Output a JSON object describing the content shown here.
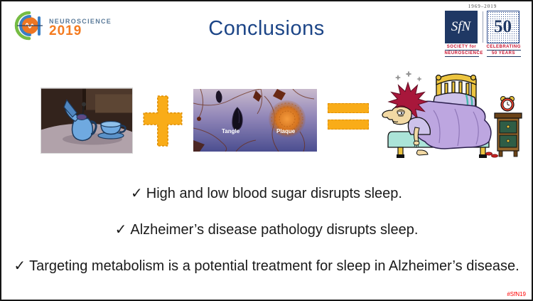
{
  "slide": {
    "title": "Conclusions",
    "hashtag": "#SfN19"
  },
  "branding": {
    "neuroscience_logo": {
      "brand": "NEUROSCIENCE",
      "year": "2019"
    },
    "anniversary": {
      "years_range": "1969–2019",
      "sfn_acronym": "SfN",
      "sfn_caption_line1": "SOCIETY for",
      "sfn_caption_line2": "NEUROSCIENCE",
      "fifty_number": "50",
      "fifty_caption_line1": "CELEBRATING",
      "fifty_caption_line2": "50 YEARS"
    }
  },
  "equation": {
    "image1": "teapot-and-teacup-cartoon",
    "plus_icon": "plus-sign",
    "image2": "alzheimers-pathology-micrograph",
    "tangle_label": "Tangle",
    "plaque_label": "Plaque",
    "equals_icon": "equals-sign",
    "image3": "tired-person-on-bed-cartoon"
  },
  "bullets": [
    {
      "mark": "✓",
      "text": "High and low blood sugar disrupts sleep."
    },
    {
      "mark": "✓",
      "text": "Alzheimer’s disease pathology disrupts sleep."
    },
    {
      "mark": "✓",
      "text": "Targeting metabolism is a potential treatment for sleep in Alzheimer’s disease."
    }
  ],
  "colors": {
    "title_blue": "#1C4587",
    "accent_orange": "#F9AC18",
    "accent_orange_border": "#DE8F07",
    "hashtag_red": "#FF0000",
    "sfn_navy": "#1F3864",
    "logo_green": "#76BC43",
    "logo_blue": "#3B7FC4",
    "logo_orange": "#EE7623",
    "neuroscience_text": "#5A7A99",
    "year_orange": "#F47B20"
  }
}
